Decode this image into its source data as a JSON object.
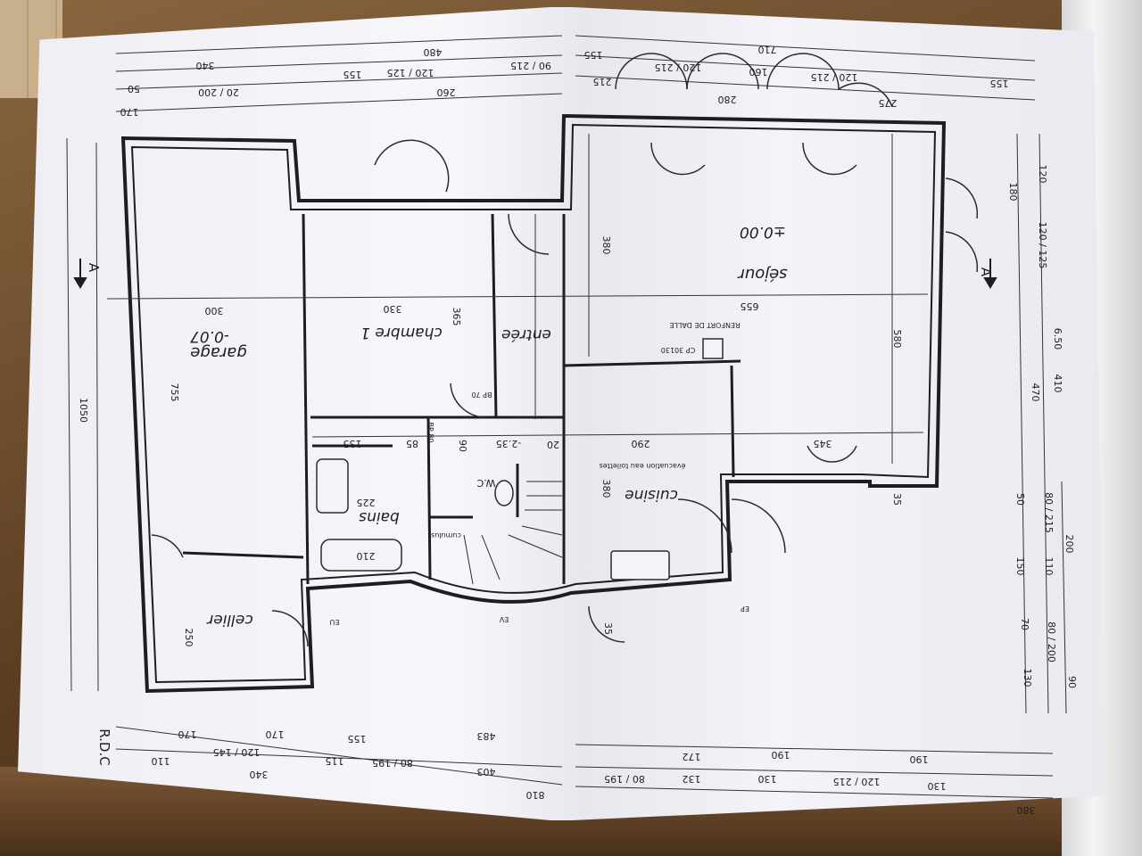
{
  "rooms": {
    "garage": "garage",
    "garage_level": "-0.07",
    "cellier": "cellier",
    "chambre": "chambre 1",
    "entree": "entrée",
    "bains": "bains",
    "wc": "W.C",
    "cuisine": "cuisine",
    "sejour": "séjour",
    "sejour_level": "±0.00"
  },
  "labels": {
    "plan_title": "R.D.C",
    "section_marker": "A",
    "renfort": "RENFORT DE DALLE",
    "cp": "CP 30130",
    "evacuation": "évacuation eau toilettes",
    "cumulus": "cumulus",
    "bp70": "BP 70",
    "bp80": "BP 80",
    "eu": "EU",
    "ev": "EV",
    "ep": "EP"
  },
  "dims": {
    "top_340": "340",
    "top_480": "480",
    "top_155a": "155",
    "top_12075a": "120 / 125",
    "top_90215": "90 / 215",
    "top_260": "260",
    "top_2010200": "20 / 200",
    "top_50": "50",
    "top_170": "170",
    "top_710": "710",
    "top_155b": "155",
    "top_12075b": "120 / 215",
    "top_160": "160",
    "top_12075c": "120 / 215",
    "top_215": "215",
    "top_280": "280",
    "top_275": "275",
    "top_155c": "155",
    "d300": "300",
    "d330": "330",
    "d655": "655",
    "d365": "365",
    "d380a": "380",
    "d580": "580",
    "d755": "755",
    "d1050": "1050",
    "d250": "250",
    "d290": "290",
    "d345": "345",
    "d225": "225",
    "d210": "210",
    "d135": "135",
    "d85": "85",
    "d90": "90",
    "d235": "-2.35",
    "d380b": "380",
    "d20a": "20",
    "d35a": "35",
    "d35b": "35",
    "r650": "6.50",
    "r470": "470",
    "r410": "410",
    "r180": "180",
    "r120": "120",
    "r120125": "120 / 125",
    "r200": "200",
    "r150": "150",
    "r110": "110",
    "r80215": "80 / 215",
    "r50": "50",
    "r70": "70",
    "r80200": "80 / 200",
    "r130": "130",
    "r90": "90",
    "b340": "340",
    "b483": "483",
    "b403": "403",
    "b810": "810",
    "b155": "155",
    "b170a": "170",
    "b170b": "170",
    "b120145": "120 / 145",
    "b110": "110",
    "b115": "115",
    "b80195": "80 / 195",
    "b172": "172",
    "b132": "132",
    "b80195b": "80 / 195",
    "b190a": "190",
    "b130": "130",
    "b190b": "190",
    "b120215": "120 / 215",
    "b130b": "130",
    "b380": "380"
  }
}
